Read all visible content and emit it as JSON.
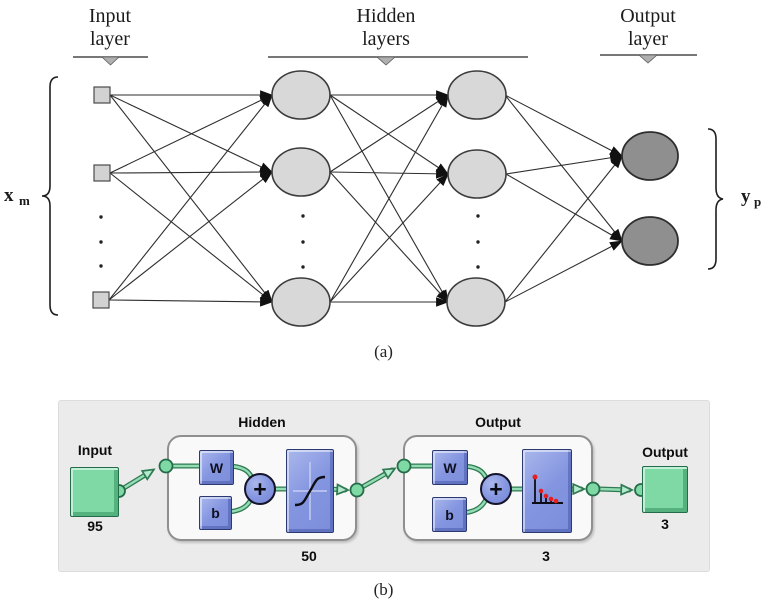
{
  "captions": {
    "a": "(a)",
    "b": "(b)"
  },
  "diagram_a": {
    "column_labels": [
      {
        "line1": "Input",
        "line2": "layer"
      },
      {
        "line1": "Hidden",
        "line2": "layers"
      },
      {
        "line1": "Output",
        "line2": "layer"
      }
    ],
    "input_symbol": {
      "base": "x",
      "sub": "m"
    },
    "output_symbol": {
      "base": "y",
      "sub": "p"
    },
    "layers": {
      "input_visible_nodes": 3,
      "hidden_columns": 2,
      "hidden_visible_nodes": 3,
      "output_nodes": 2
    },
    "colors": {
      "node_light": "#d8d8d8",
      "node_dark": "#8f8f8f",
      "line": "#2e2e2e"
    }
  },
  "diagram_b": {
    "input": {
      "label": "Input",
      "value": "95"
    },
    "hidden": {
      "label": "Hidden",
      "w": "W",
      "b": "b",
      "plus": "+",
      "value": "50"
    },
    "output": {
      "label": "Output",
      "w": "W",
      "b": "b",
      "plus": "+",
      "value": "3"
    },
    "final_output": {
      "label": "Output",
      "value": "3"
    },
    "colors": {
      "green": "#7ed9a4",
      "blue": "#8495e0",
      "panel": "#ebebeb",
      "stem_dot": "#e51f1f"
    }
  }
}
